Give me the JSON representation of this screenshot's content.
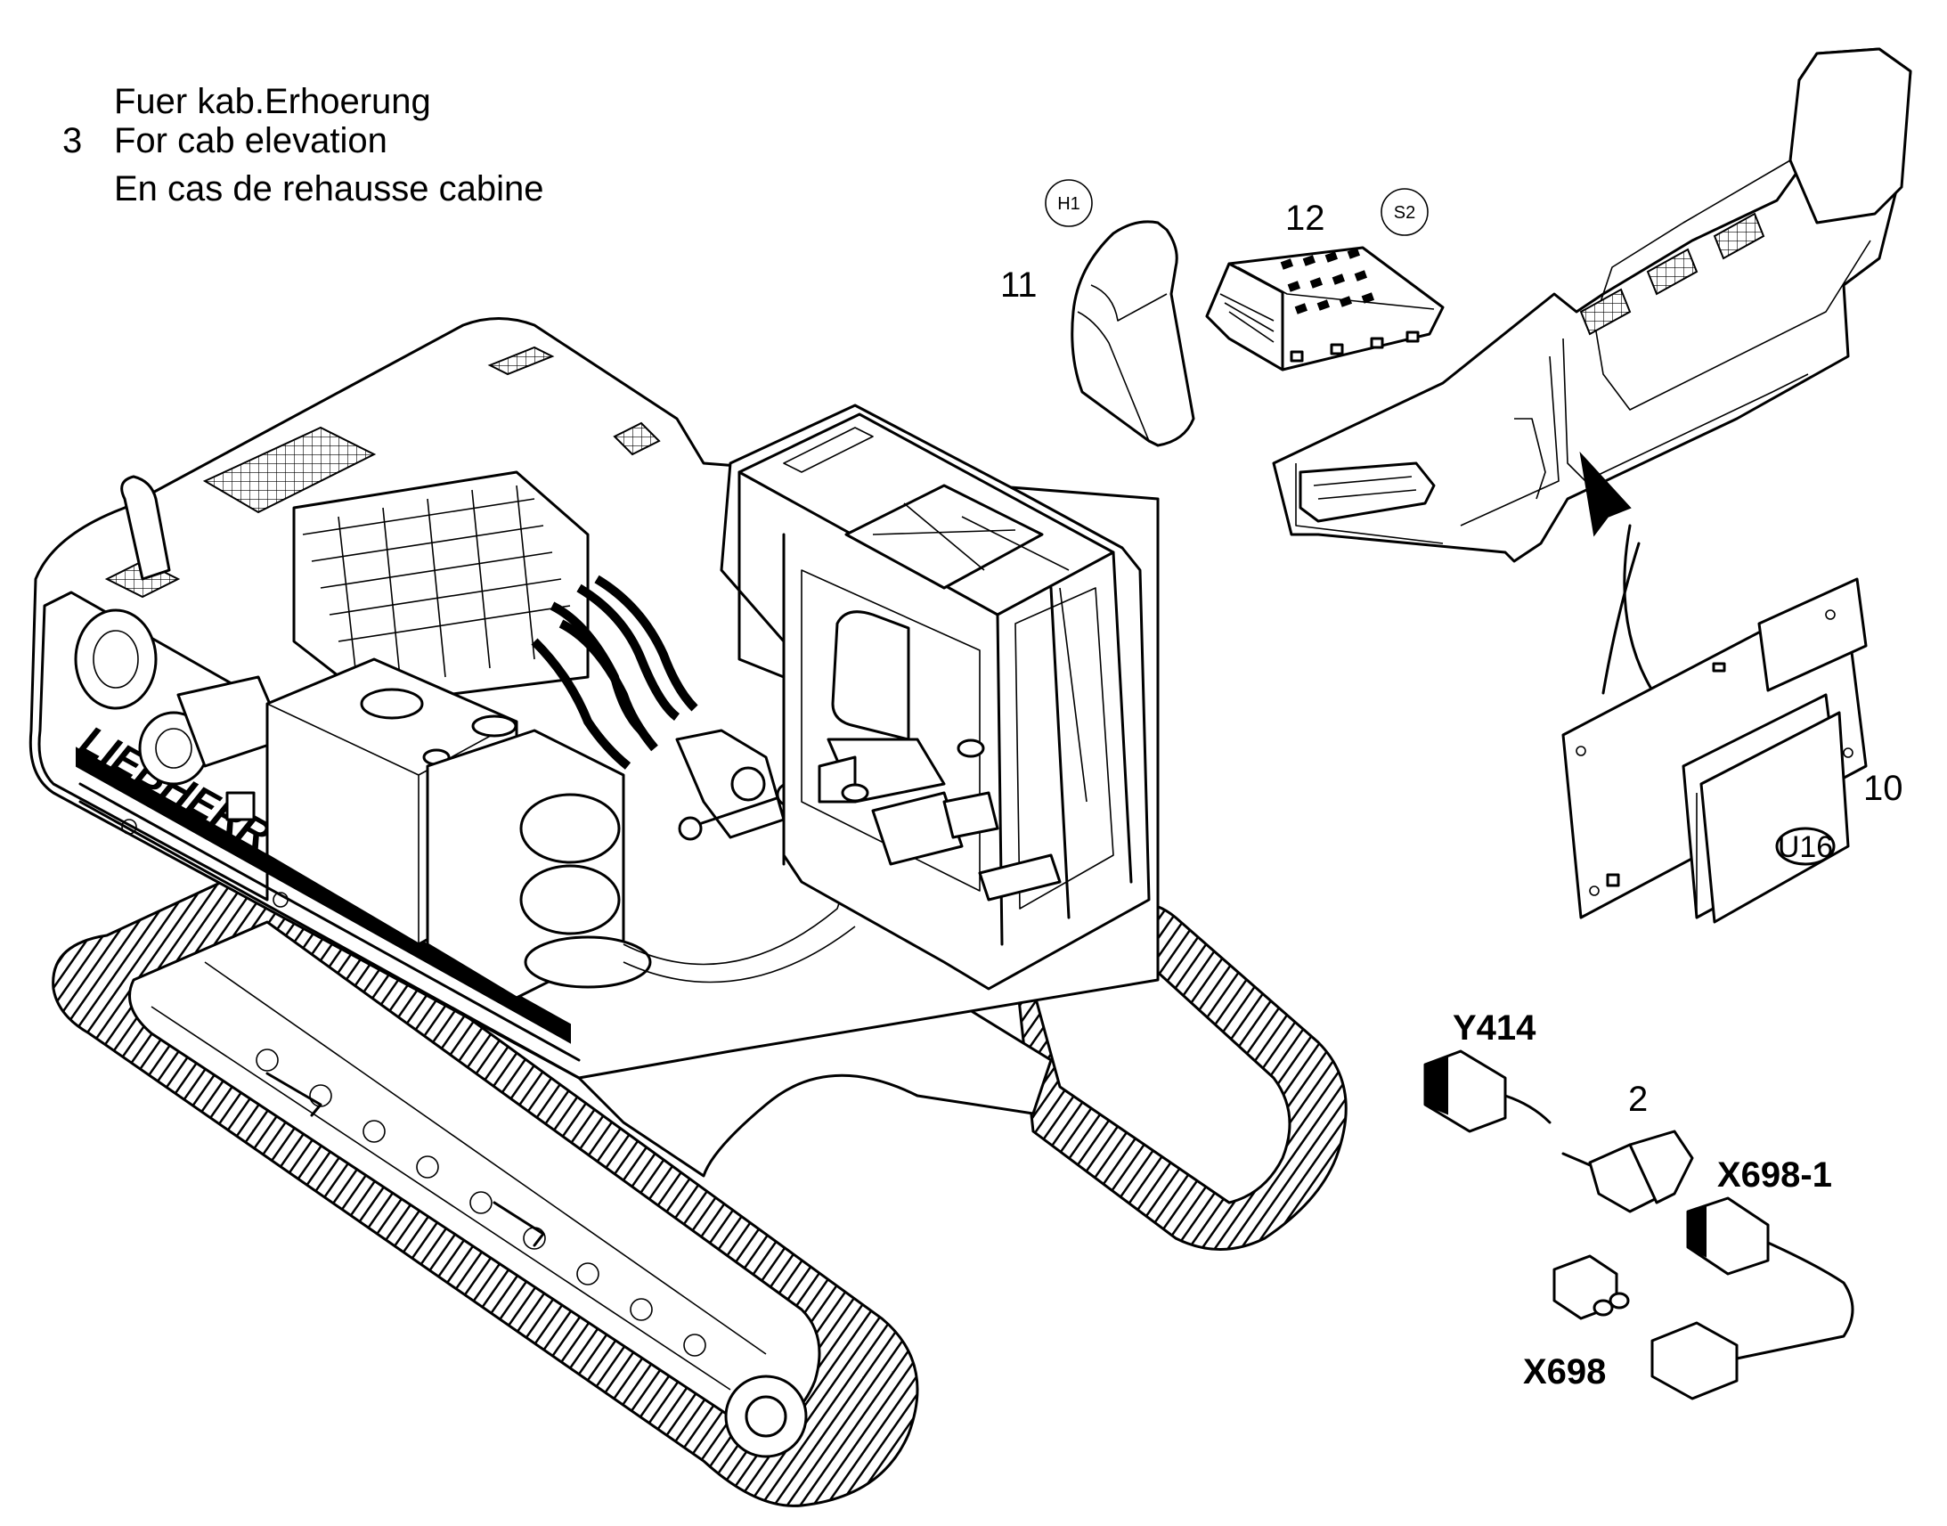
{
  "note": {
    "number": "3",
    "line_de": "Fuer kab.Erhoerung",
    "line_en": "For cab elevation",
    "line_fr": "En cas de rehausse cabine"
  },
  "labels": {
    "part_11": "11",
    "part_12": "12",
    "part_10": "10",
    "part_2": "2",
    "h1": "H1",
    "s2": "S2",
    "u16": "U16",
    "y414": "Y414",
    "x698_1": "X698-1",
    "x698": "X698"
  },
  "brand": "LIEBHERR"
}
